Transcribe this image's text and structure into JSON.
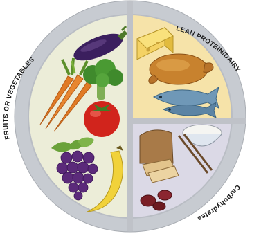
{
  "sections": {
    "fruits_vegetables": {
      "label": "FRUITS OR VEGETABLES",
      "color": "#ecedd8",
      "foods": [
        "eggplant-icon",
        "carrot-icon",
        "broccoli-icon",
        "tomato-icon",
        "grapes-icon",
        "banana-icon"
      ]
    },
    "protein": {
      "label": "LEAN PROTEIN/DAIRY",
      "color": "#f6e3a9",
      "foods": [
        "cheese-icon",
        "roast-chicken-icon",
        "fish-icon"
      ]
    },
    "carbohydrates": {
      "label": "Carbohydrates",
      "color": "#dbd9e6",
      "foods": [
        "bread-icon",
        "rice-bowl-icon",
        "chopsticks-icon",
        "beans-icon"
      ]
    }
  },
  "colors": {
    "rim": "#c7cbd1",
    "divider": "#bfc2c8"
  }
}
